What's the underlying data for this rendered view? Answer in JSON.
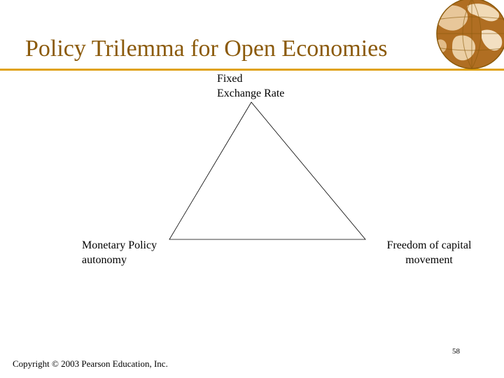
{
  "slide": {
    "title": "Policy Trilemma for Open Economies",
    "page_number": "58",
    "copyright": "Copyright © 2003 Pearson Education, Inc."
  },
  "diagram": {
    "vertices": {
      "top": {
        "line1": "Fixed",
        "line2": "Exchange Rate"
      },
      "bottom_left": {
        "line1": "Monetary Policy",
        "line2": "autonomy"
      },
      "bottom_right": {
        "line1": "Freedom of capital",
        "line2": "movement"
      }
    }
  },
  "colors": {
    "title": "#8B5A0B",
    "rule": "#E0A317",
    "globe_ocean": "#FFFFFF",
    "globe_land": "#A8641C"
  },
  "icons": {
    "logo": "globe-icon"
  }
}
